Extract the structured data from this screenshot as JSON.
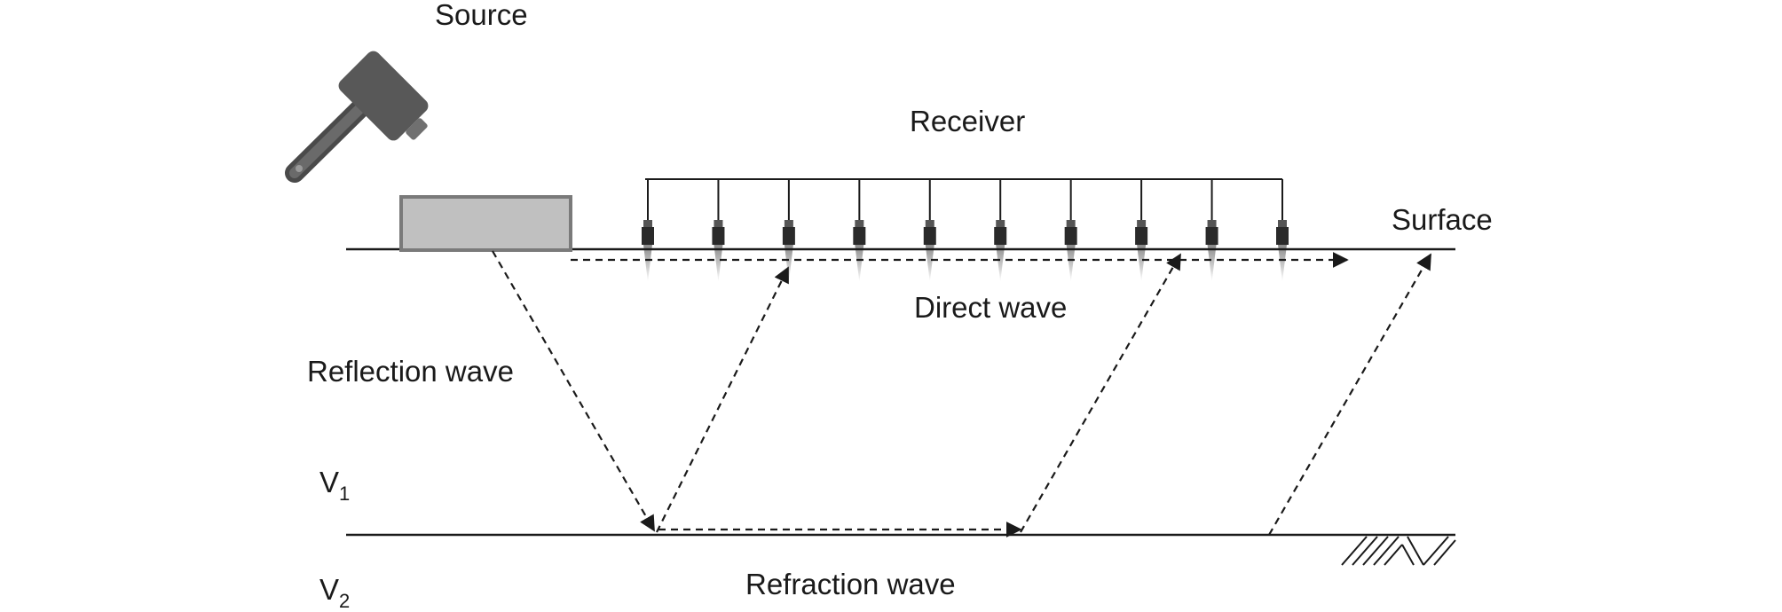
{
  "labels": {
    "source": "Source",
    "receiver": "Receiver",
    "surface": "Surface",
    "direct_wave": "Direct wave",
    "reflection_wave": "Reflection wave",
    "refraction_wave": "Refraction wave",
    "v1_main": "V",
    "v1_sub": "1",
    "v2_main": "V",
    "v2_sub": "2"
  },
  "receivers": {
    "count": 10
  },
  "icons": {
    "source": "hammer-icon",
    "plate": "strike-plate",
    "receiver": "geophone-icon",
    "ground": "ground-hatch-icon"
  },
  "colors": {
    "line": "#1a1a1a",
    "plate_fill": "#c0c0c0",
    "plate_stroke": "#7a7a7a",
    "hammer": "#5a5a5a"
  }
}
